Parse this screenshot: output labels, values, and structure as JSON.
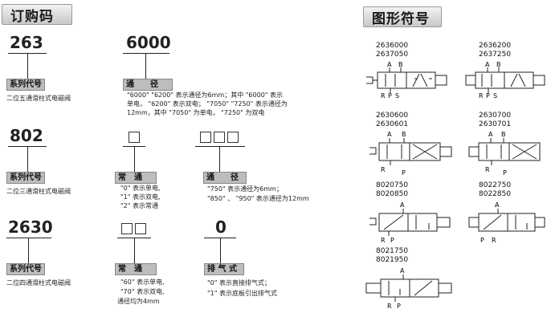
{
  "order_code": {
    "title": "订购码",
    "row1": {
      "code_a": "263",
      "code_b": "6000",
      "label_a": "系列代号",
      "desc_a": "二位五通滑柱式电磁阀",
      "label_b": "通　　径",
      "desc_b_1": "\"6000\" \"6200\" 表示通径为6mm；其中 \"6000\" 表示",
      "desc_b_2": "单电， \"6200\" 表示双电； \"7050\" \"7250\" 表示通径为",
      "desc_b_3": "12mm，其中 \"7050\" 为单电， \"7250\" 为双电"
    },
    "row2": {
      "code_a": "802",
      "label_a": "系列代号",
      "desc_a": "二位三通滑柱式电磁阀",
      "label_b": "常　通",
      "desc_b_1": "\"0\" 表示单电,",
      "desc_b_2": "\"1\" 表示双电,",
      "desc_b_3": "\"2\" 表示常通",
      "label_c": "通　　径",
      "desc_c_1": "\"750\" 表示通径为6mm；",
      "desc_c_2": "\"850\" 、 \"950\" 表示通径为12mm"
    },
    "row3": {
      "code_a": "2630",
      "code_d": "0",
      "label_a": "系列代号",
      "desc_a": "二位四通滑柱式电磁阀",
      "label_b": "常　通",
      "desc_b_1": "\"60\" 表示单电,",
      "desc_b_2": "\"70\" 表示双电,",
      "desc_b_3": "通径均为4mm",
      "label_d": "排 气 式",
      "desc_d_1": "\"0\" 表示直接排气式；",
      "desc_d_2": "\"1\" 表示底板引出排气式"
    }
  },
  "symbols": {
    "title": "图形符号",
    "items": [
      {
        "pn1": "2636000",
        "pn2": "2637050"
      },
      {
        "pn1": "2636200",
        "pn2": "2637250"
      },
      {
        "pn1": "2630600",
        "pn2": "2630601"
      },
      {
        "pn1": "2630700",
        "pn2": "2630701"
      },
      {
        "pn1": "8020750",
        "pn2": "8020850"
      },
      {
        "pn1": "8022750",
        "pn2": "8022850"
      },
      {
        "pn1": "8021750",
        "pn2": "8021950"
      }
    ],
    "port_labels": {
      "A": "A",
      "B": "B",
      "R": "R",
      "P": "P",
      "S": "S"
    }
  }
}
